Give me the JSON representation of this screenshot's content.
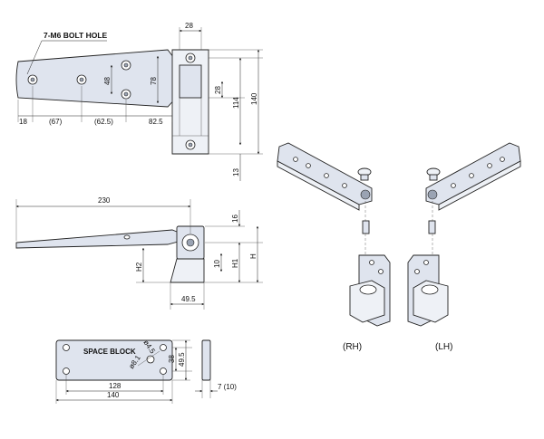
{
  "labels": {
    "bolt_hole": "7-M6 BOLT HOLE",
    "space_block": "SPACE BLOCK",
    "rh": "(RH)",
    "lh": "(LH)"
  },
  "top_view": {
    "d28_top": "28",
    "d48": "48",
    "d78": "78",
    "d28_right": "28",
    "d114": "114",
    "d140": "140",
    "d13": "13",
    "d18": "18",
    "d67": "(67)",
    "d62_5": "(62.5)",
    "d82_5": "82.5"
  },
  "side_view": {
    "d230": "230",
    "d16": "16",
    "h2": "H2",
    "d10": "10",
    "h1": "H1",
    "h": "H",
    "d49_5": "49.5"
  },
  "block_view": {
    "d4_5": "ø4.5",
    "d8_1": "ø8.1",
    "d38": "38",
    "d49_5": "49.5",
    "d128": "128",
    "d140": "140",
    "d7_10": "7 (10)"
  },
  "colors": {
    "part_fill": "#dfe4ee",
    "line": "#222222"
  }
}
